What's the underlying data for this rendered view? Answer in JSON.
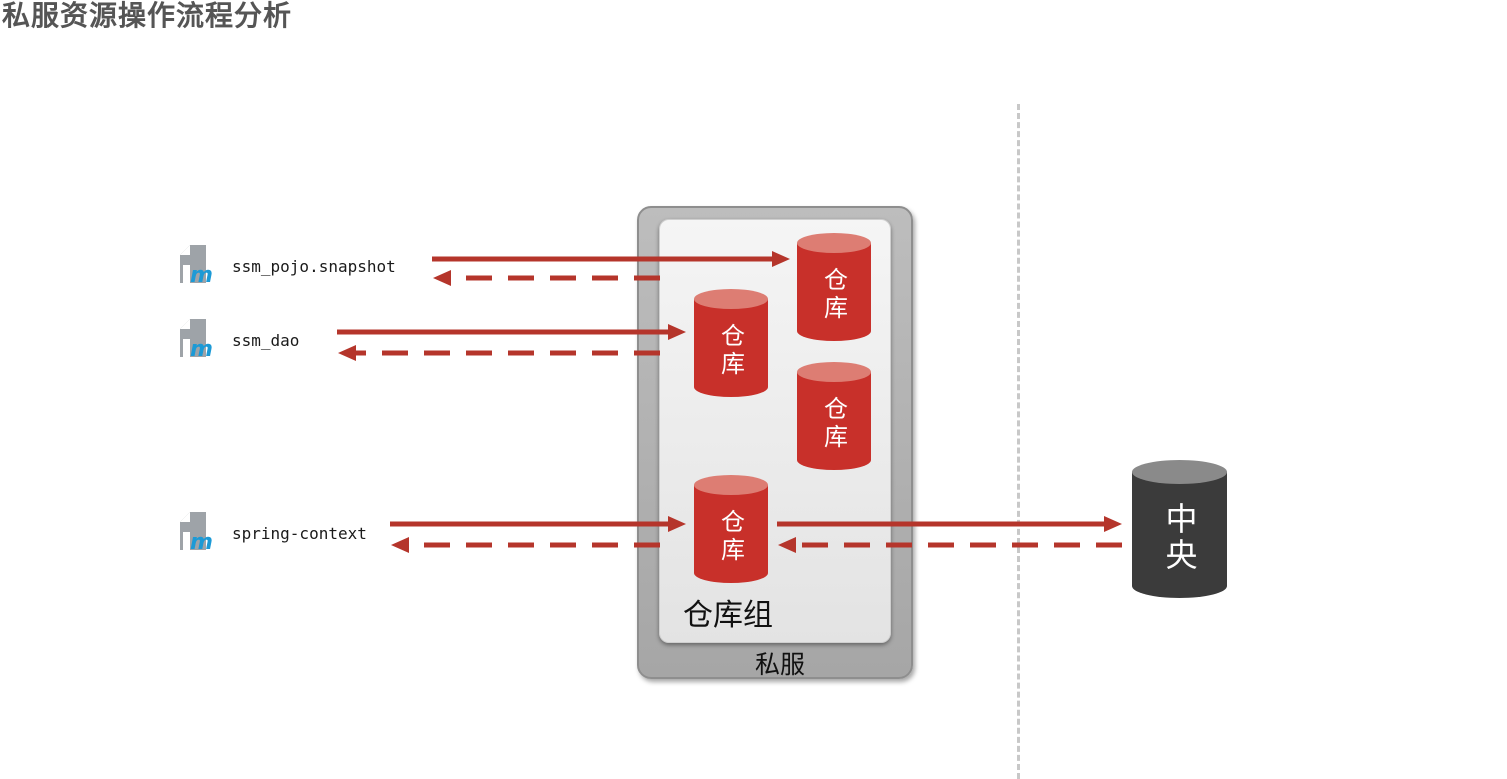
{
  "title": "私服资源操作流程分析",
  "artifacts": [
    {
      "label": "ssm_pojo.snapshot",
      "icon": "maven-file-icon"
    },
    {
      "label": "ssm_dao",
      "icon": "maven-file-icon"
    },
    {
      "label": "spring-context",
      "icon": "maven-file-icon"
    }
  ],
  "server": {
    "label": "私服",
    "group_label": "仓库组",
    "repositories": [
      {
        "label": "仓库"
      },
      {
        "label": "仓库"
      },
      {
        "label": "仓库"
      },
      {
        "label": "仓库"
      }
    ]
  },
  "central": {
    "label": "中央"
  },
  "colors": {
    "arrow": "#b5352b",
    "repository": "#c8302a",
    "repository_top": "#dd7d73",
    "central": "#3b3b3b",
    "central_top": "#8a8a8a",
    "maven_icon_gray": "#9ea3a8",
    "maven_icon_blue": "#1c9ad6"
  }
}
